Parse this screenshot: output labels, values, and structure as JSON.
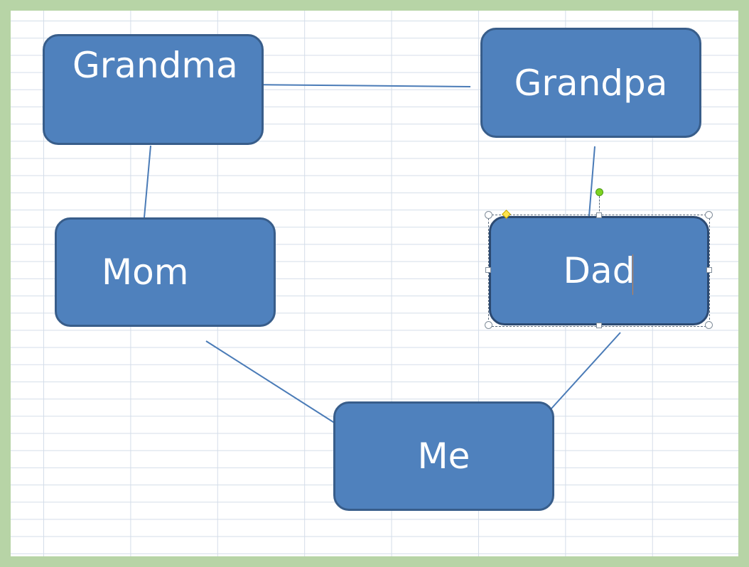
{
  "diagram": {
    "nodes": {
      "grandma": "Grandma",
      "grandpa": "Grandpa",
      "mom": "Mom",
      "dad": "Dad",
      "me": "Me"
    },
    "edges": [
      [
        "grandma",
        "grandpa"
      ],
      [
        "grandma",
        "mom"
      ],
      [
        "grandpa",
        "dad"
      ],
      [
        "mom",
        "me"
      ],
      [
        "dad",
        "me"
      ]
    ],
    "selected_node": "dad",
    "colors": {
      "box_fill": "#4f81bd",
      "box_border": "#385d8a",
      "connector": "#4a7bb7",
      "text": "#ffffff",
      "frame": "#b7d4a6"
    }
  }
}
